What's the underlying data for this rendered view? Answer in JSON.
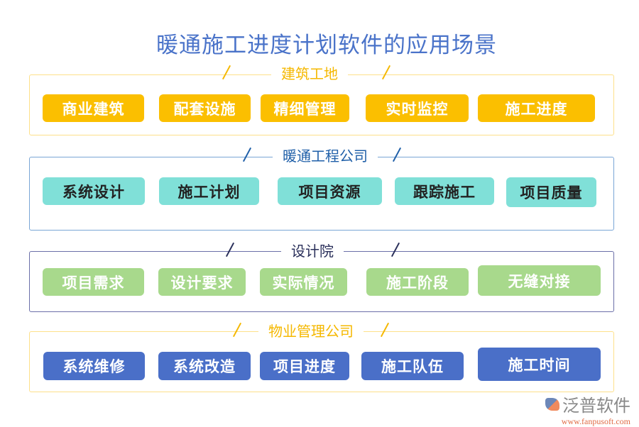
{
  "title": "暖通施工进度计划软件的应用场景",
  "sections": [
    {
      "title": "建筑工地",
      "items": [
        "商业建筑",
        "配套设施",
        "精细管理",
        "实时监控",
        "施工进度"
      ]
    },
    {
      "title": "暖通工程公司",
      "items": [
        "系统设计",
        "施工计划",
        "项目资源",
        "跟踪施工",
        "项目质量"
      ]
    },
    {
      "title": "设计院",
      "items": [
        "项目需求",
        "设计要求",
        "实际情况",
        "施工阶段",
        "无缝对接"
      ]
    },
    {
      "title": "物业管理公司",
      "items": [
        "系统维修",
        "系统改造",
        "项目进度",
        "施工队伍",
        "施工时间"
      ]
    }
  ],
  "colors": {
    "yellow": "#fbbf00",
    "teal": "#80e0d8",
    "green": "#a8d98c",
    "blue": "#4a6fc8"
  },
  "logo": {
    "name": "泛普软件",
    "url": "www.fanpusoft.com"
  }
}
